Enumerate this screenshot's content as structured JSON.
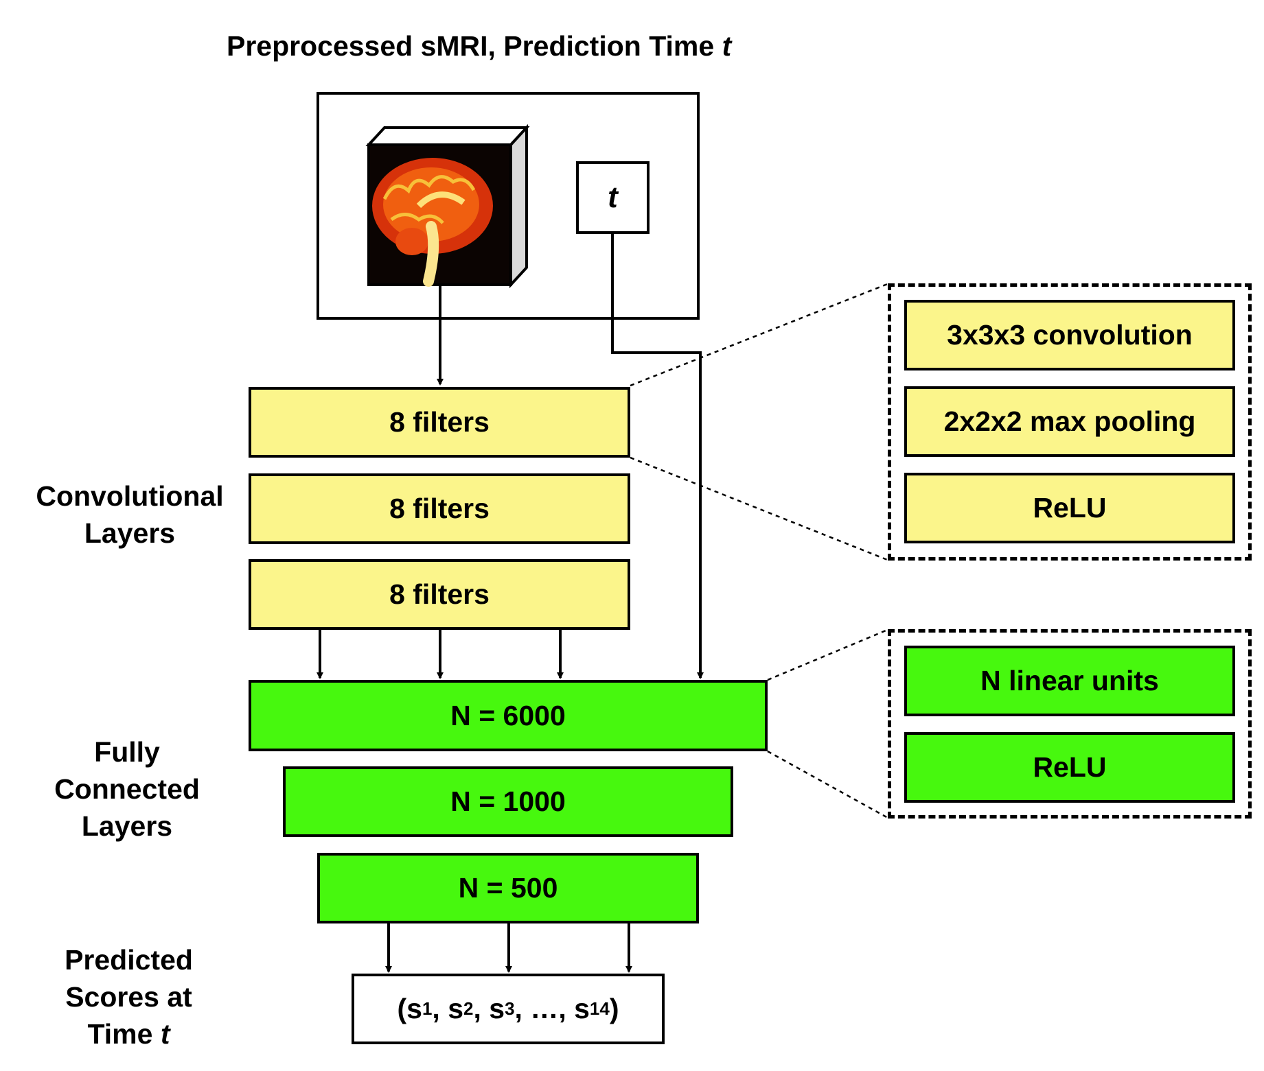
{
  "title": {
    "main": "Preprocessed sMRI, Prediction Time",
    "time_var": "t"
  },
  "input": {
    "time_box": "t",
    "brain_image": "sMRI brain volume"
  },
  "conv_layers": {
    "label_line1": "Convolutional",
    "label_line2": "Layers",
    "blocks": [
      "8 filters",
      "8 filters",
      "8 filters"
    ]
  },
  "conv_detail": [
    "3x3x3 convolution",
    "2x2x2 max pooling",
    "ReLU"
  ],
  "fc_layers": {
    "label_line1": "Fully",
    "label_line2": "Connected",
    "label_line3": "Layers",
    "blocks": [
      "N = 6000",
      "N = 1000",
      "N = 500"
    ]
  },
  "fc_detail": [
    "N linear units",
    "ReLU"
  ],
  "output": {
    "label_line1": "Predicted",
    "label_line2": "Scores at",
    "label_line3": "Time",
    "label_time_var": "t",
    "open": "(s",
    "s1_sub": "1",
    "sep1": ", s",
    "s2_sub": "2",
    "sep2": ", s",
    "s3_sub": "3",
    "sep3": ", …, s",
    "s14_sub": "14",
    "close": ")"
  },
  "colors": {
    "conv": "#fbf58b",
    "fc": "#47f80e",
    "stroke": "#000000"
  }
}
